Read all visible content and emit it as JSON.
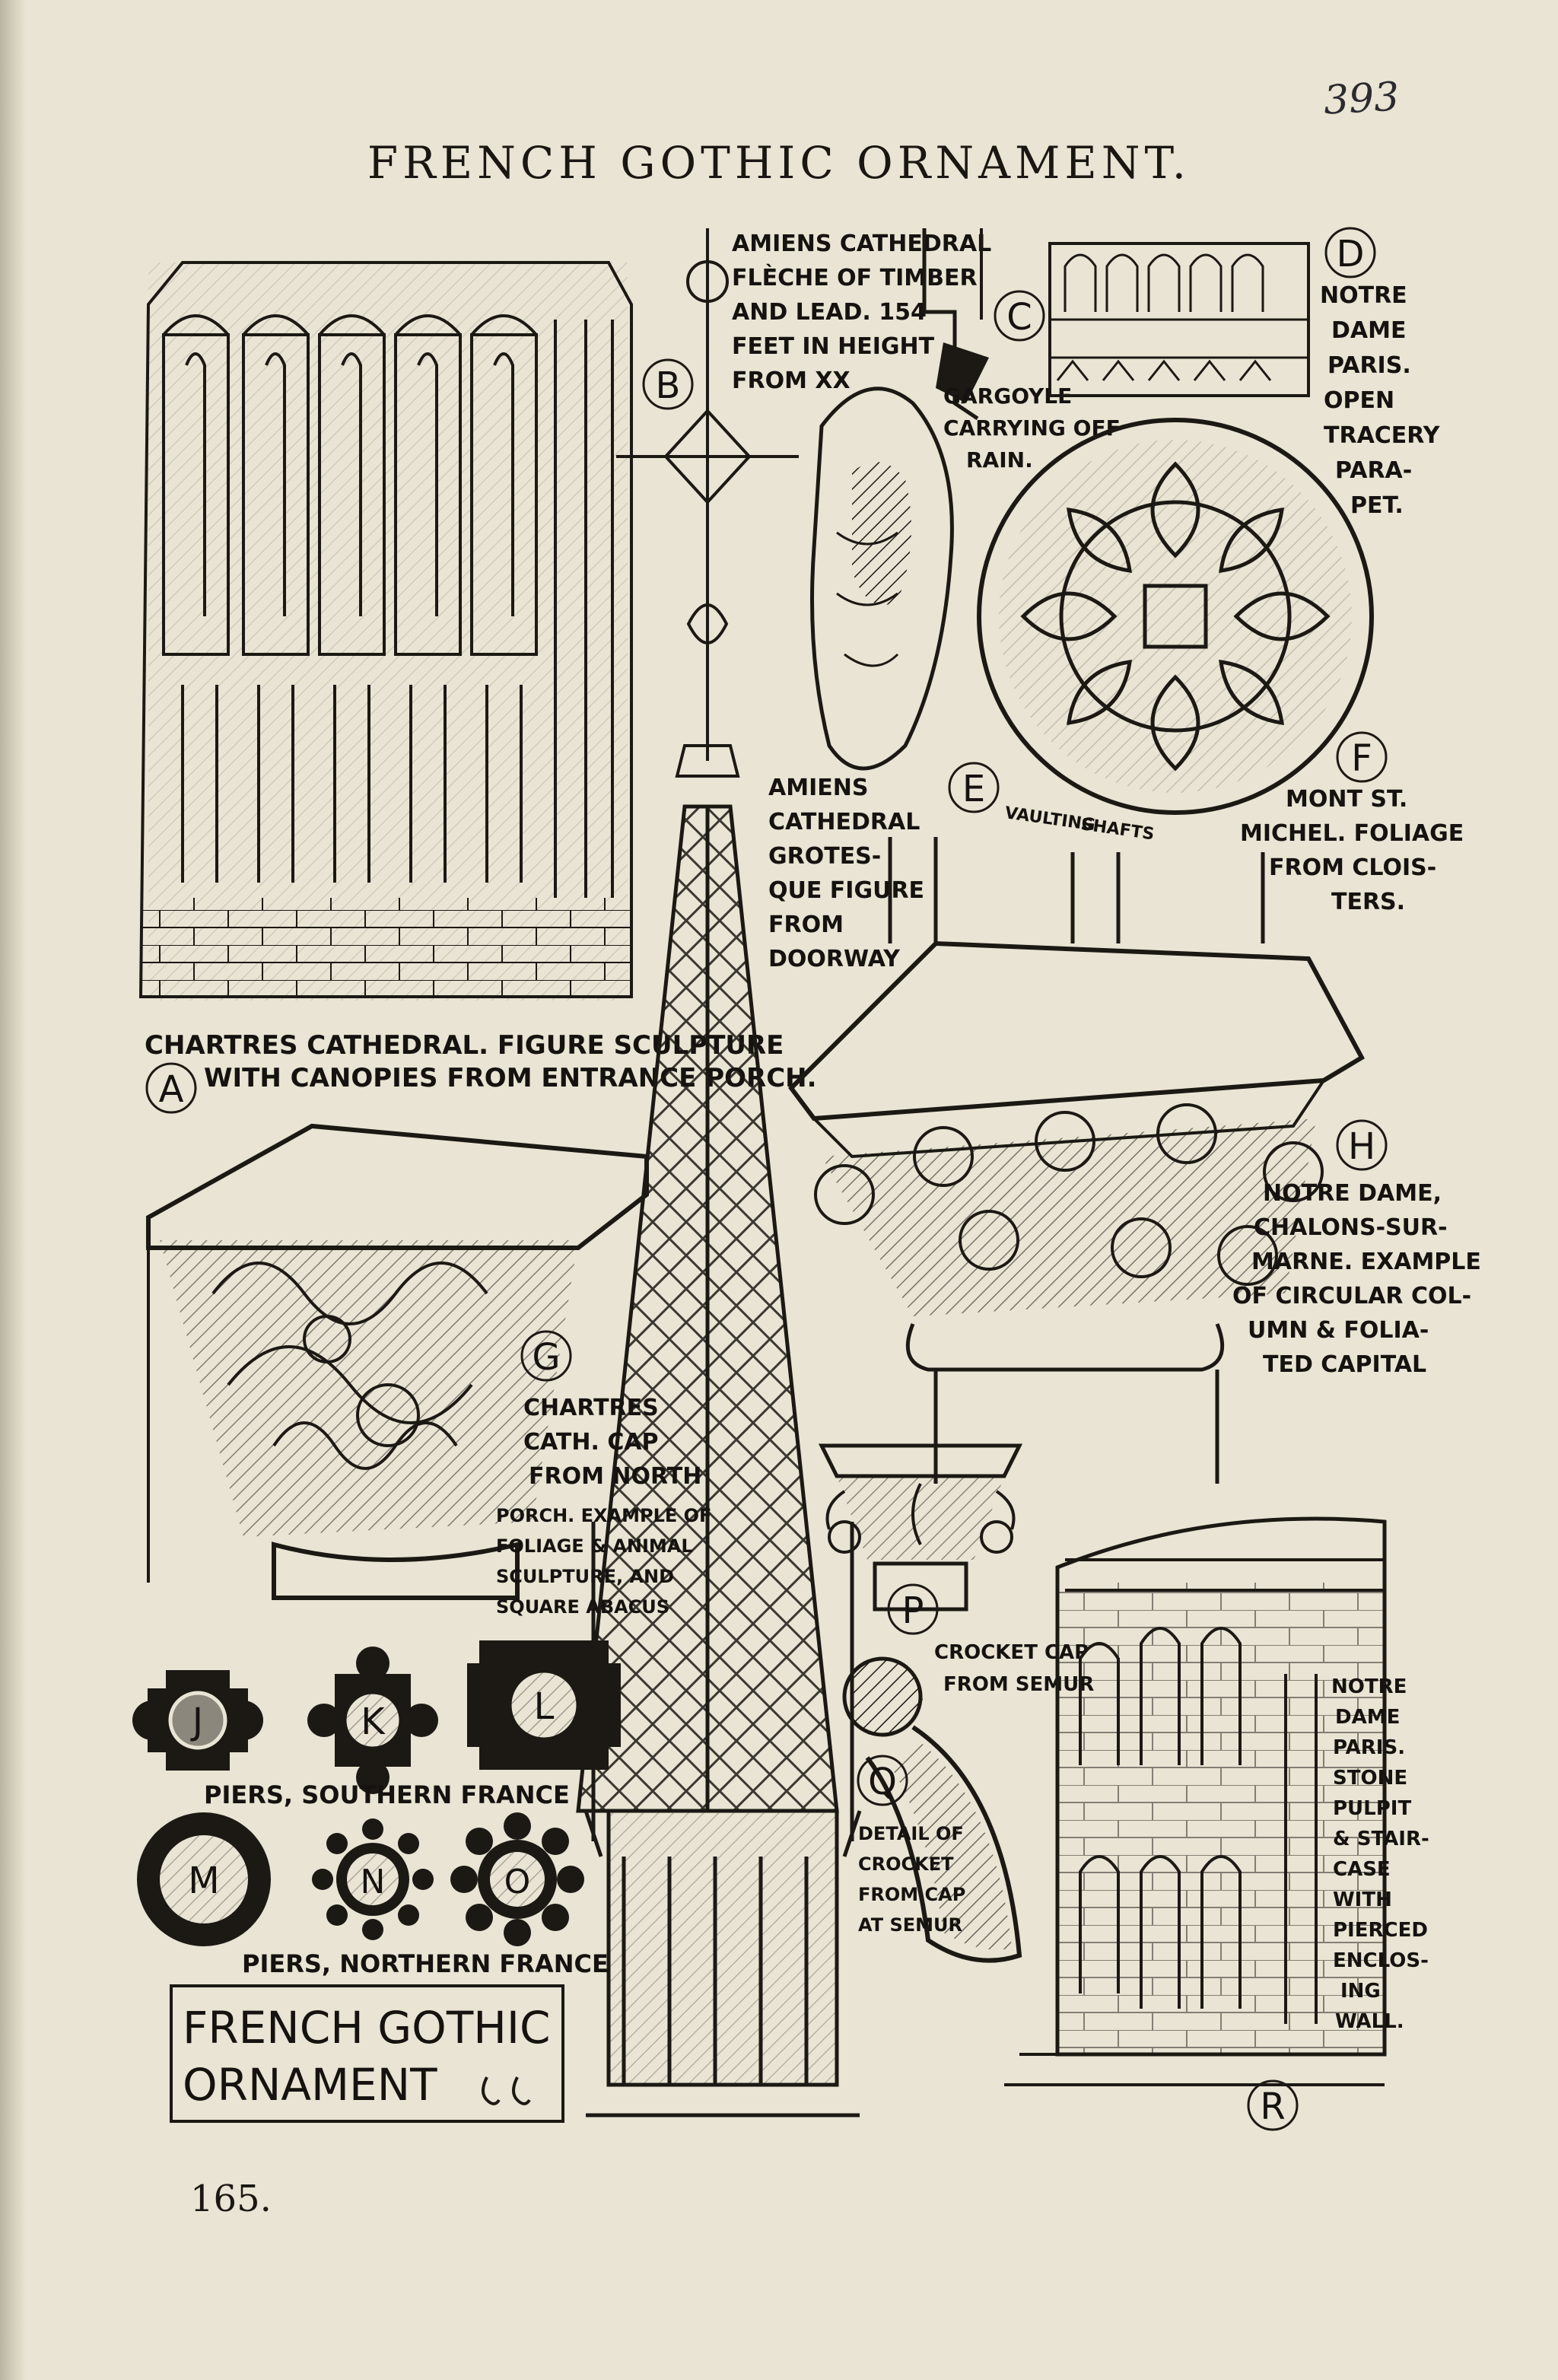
{
  "page": {
    "pencil_number": "393",
    "title": "FRENCH GOTHIC ORNAMENT.",
    "folio": "165.",
    "cartouche": [
      "FRENCH GOTHIC",
      "ORNAMENT"
    ]
  },
  "figures": [
    {
      "letter": "A",
      "lines": [
        "CHARTRES CATHEDRAL. FIGURE SCULPTURE",
        "WITH CANOPIES FROM ENTRANCE PORCH."
      ]
    },
    {
      "letter": "B",
      "lines": [
        "AMIENS CATHEDRAL",
        "FLÈCHE OF TIMBER",
        "AND LEAD. 154",
        "FEET IN HEIGHT",
        "FROM XX"
      ]
    },
    {
      "letter": "C",
      "lines": [
        "GARGOYLE",
        "CARRYING OFF",
        "RAIN."
      ]
    },
    {
      "letter": "D",
      "lines": [
        "NOTRE",
        "DAME",
        "PARIS.",
        "OPEN",
        "TRACERY",
        "PARA-",
        "PET."
      ]
    },
    {
      "letter": "E",
      "lines": [
        "AMIENS",
        "CATHEDRAL",
        "GROTES-",
        "QUE FIGURE",
        "FROM",
        "DOORWAY"
      ]
    },
    {
      "letter": "F",
      "lines": [
        "MONT ST.",
        "MICHEL. FOLIAGE",
        "FROM CLOIS-",
        "TERS."
      ]
    },
    {
      "letter": "G",
      "lines": [
        "CHARTRES",
        "CATH. CAP",
        "FROM NORTH",
        "PORCH. EXAMPLE OF",
        "FOLIAGE & ANIMAL",
        "SCULPTURE, AND",
        "SQUARE ABACUS"
      ]
    },
    {
      "letter": "H",
      "lines": [
        "NOTRE DAME,",
        "CHALONS-SUR-",
        "MARNE. EXAMPLE",
        "OF CIRCULAR COL-",
        "UMN & FOLIA-",
        "TED CAPITAL"
      ]
    },
    {
      "letter": "P",
      "lines": [
        "CROCKET CAP",
        "FROM SEMUR"
      ]
    },
    {
      "letter": "Q",
      "lines": [
        "DETAIL OF",
        "CROCKET",
        "FROM CAP",
        "AT SEMUR"
      ]
    },
    {
      "letter": "R",
      "lines": [
        "NOTRE",
        "DAME",
        "PARIS.",
        "STONE",
        "PULPIT",
        "& STAIR-",
        "CASE",
        "WITH",
        "PIERCED",
        "ENCLOS-",
        "ING",
        "WALL."
      ]
    }
  ],
  "vaulting_label": [
    "VAULTING",
    "SHAFTS"
  ],
  "piers": {
    "southern_caption": "PIERS, SOUTHERN FRANCE",
    "northern_caption": "PIERS, NORTHERN FRANCE",
    "southern": [
      "J",
      "K",
      "L"
    ],
    "northern": [
      "M",
      "N",
      "O"
    ]
  }
}
